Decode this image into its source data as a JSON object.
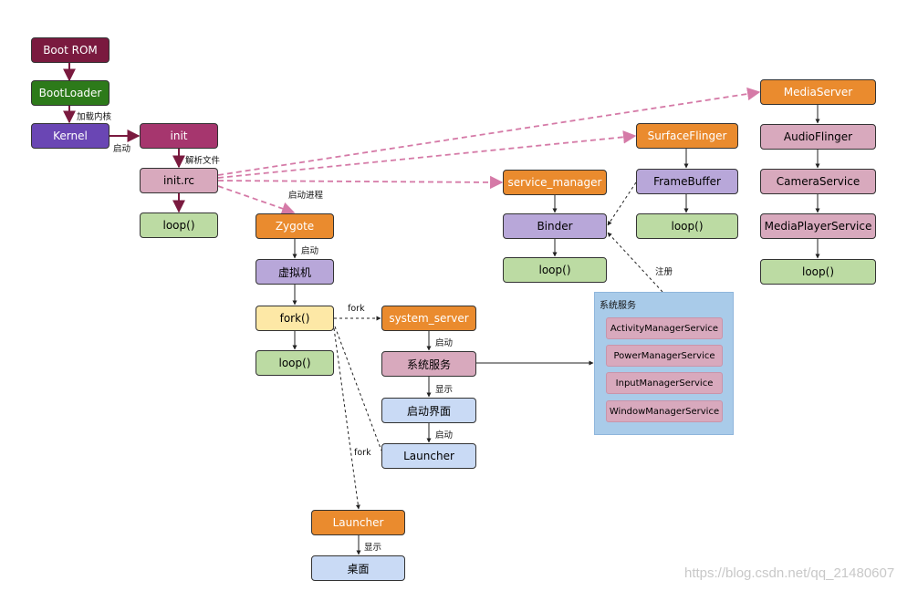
{
  "colors": {
    "boot_rom": "#7a1a3f",
    "bootloader": "#2d7a1a",
    "kernel": "#6a46b4",
    "init": "#a6366e",
    "init_rc": "#d8a9bd",
    "orange": "#ea8b2e",
    "lavender": "#b8a7d9",
    "green": "#bcdba3",
    "yellow": "#fde8a6",
    "light_blue": "#c9daf5",
    "container": "#a9cbe9",
    "arrow_dark": "#7a1a3f",
    "arrow_dashed_pink": "#d57aa7"
  },
  "nodes": {
    "boot_rom": "Boot ROM",
    "bootloader": "BootLoader",
    "kernel": "Kernel",
    "init": "init",
    "init_rc": "init.rc",
    "init_loop": "loop()",
    "zygote": "Zygote",
    "vm": "虚拟机",
    "fork": "fork()",
    "zygote_loop": "loop()",
    "system_server": "system_server",
    "system_services": "系统服务",
    "boot_screen": "启动界面",
    "launcher_small": "Launcher",
    "launcher_orange": "Launcher",
    "desktop": "桌面",
    "service_manager": "service_manager",
    "binder": "Binder",
    "sm_loop": "loop()",
    "surface_flinger": "SurfaceFlinger",
    "frame_buffer": "FrameBuffer",
    "sf_loop": "loop()",
    "media_server": "MediaServer",
    "audio_flinger": "AudioFlinger",
    "camera_service": "CameraService",
    "media_player_service": "MediaPlayerService",
    "ms_loop": "loop()"
  },
  "edge_labels": {
    "load_kernel": "加载内核",
    "start_init": "启动",
    "parse_file": "解析文件",
    "start_process": "启动进程",
    "zygote_start": "启动",
    "fork_label": "fork",
    "ss_start": "启动",
    "show": "显示",
    "boot_start": "启动",
    "fork_label2": "fork",
    "show_desktop": "显示",
    "register": "注册"
  },
  "system_services_box": {
    "title": "系统服务",
    "items": [
      "ActivityManagerService",
      "PowerManagerService",
      "InputManagerService",
      "WindowManagerService"
    ]
  },
  "watermark": "https://blog.csdn.net/qq_21480607"
}
